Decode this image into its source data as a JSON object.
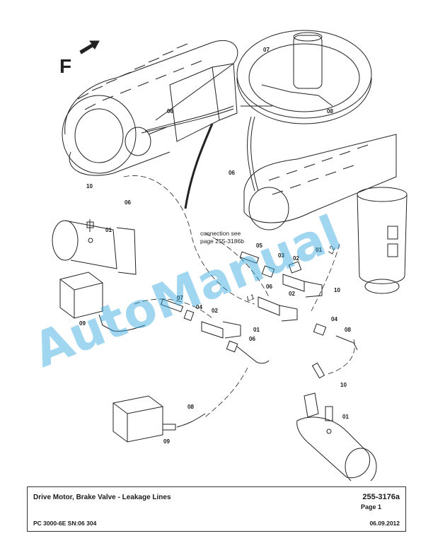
{
  "direction_marker": "F",
  "callouts": {
    "c07a": "07",
    "c08a": "08",
    "c06a": "06",
    "c06b": "06",
    "c10a": "10",
    "c06c": "06",
    "c01a": "01",
    "c05": "05",
    "c03": "03",
    "c02a": "02",
    "c01b": "01",
    "c06d": "06",
    "c10b": "10",
    "c02b": "02",
    "c07b": "07",
    "c04a": "04",
    "c02c": "02",
    "c09a": "09",
    "c01c": "01",
    "c06e": "06",
    "c04b": "04",
    "c08b": "08",
    "c10c": "10",
    "c08c": "08",
    "c09b": "09",
    "c01d": "01"
  },
  "line_labels": {
    "l1": "L1",
    "l2": "L2"
  },
  "connection_note": {
    "line1": "connection see",
    "line2": "page 255-3186b"
  },
  "watermark": "AutoManual",
  "title_block": {
    "title": "Drive Motor, Brake Valve - Leakage Lines",
    "doc_number": "255-3176a",
    "page": "Page 1",
    "model": "PC 3000-6E SN:06 304",
    "date": "06.09.2012"
  }
}
